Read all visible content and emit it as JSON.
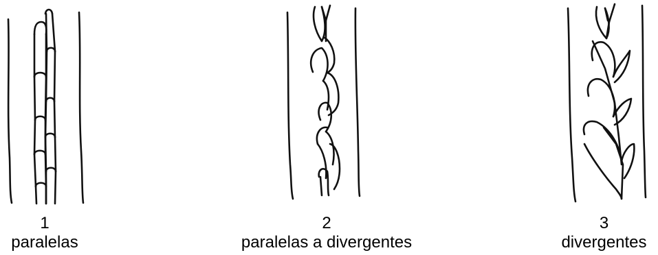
{
  "figures": [
    {
      "number": "1",
      "label": "paralelas"
    },
    {
      "number": "2",
      "label": "paralelas a divergentes"
    },
    {
      "number": "3",
      "label": "divergentes"
    }
  ],
  "colors": {
    "ink": "#111111",
    "background": "#ffffff"
  }
}
